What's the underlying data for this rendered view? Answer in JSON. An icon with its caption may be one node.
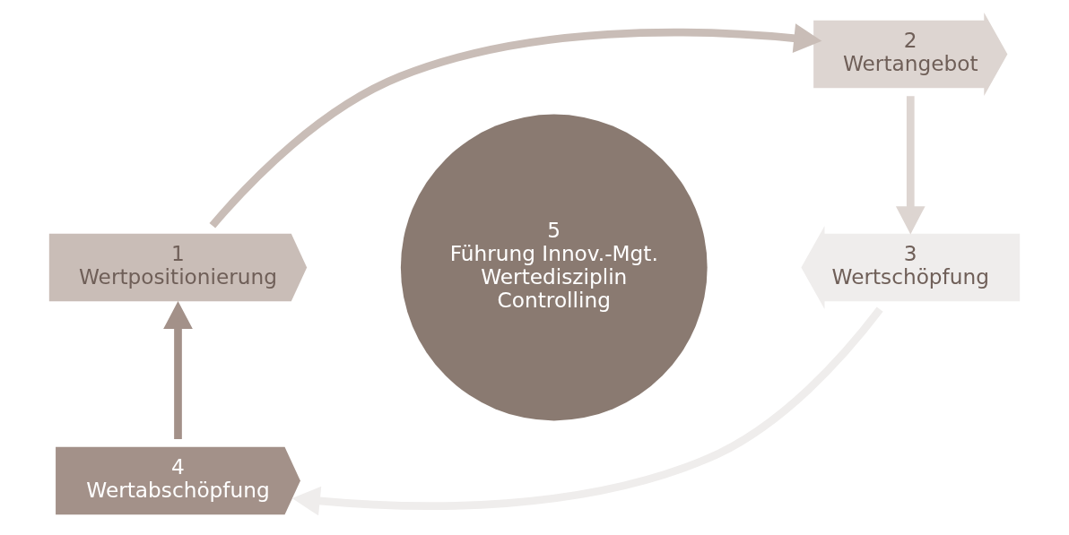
{
  "diagram": {
    "nodes": [
      {
        "text": [
          "1",
          "Wertpositionierung"
        ]
      },
      {
        "text": [
          "2",
          "Wertangebot"
        ]
      },
      {
        "text": [
          "3",
          "Wertschöpfung"
        ]
      },
      {
        "text": [
          "4",
          "Wertabschöpfung"
        ]
      },
      {
        "text": [
          "5",
          "Führung Innov.-Mgt.",
          "Wertedisziplin",
          "Controlling"
        ]
      }
    ],
    "edges": [
      {
        "from": 0,
        "to": 1,
        "arrow": "to",
        "color": "#c9bdb7"
      },
      {
        "from": 1,
        "to": 2,
        "arrow": "to",
        "color": "#ddd5d1"
      },
      {
        "from": 2,
        "to": 3,
        "arrow": "to",
        "color": "#efedec"
      },
      {
        "from": 3,
        "to": 0,
        "arrow": "to",
        "color": "#a39189"
      }
    ]
  }
}
